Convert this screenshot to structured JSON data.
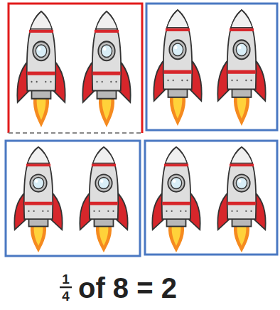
{
  "diagram": {
    "labels": [
      "1",
      "4",
      "of 8 = 2"
    ]
  }
}
